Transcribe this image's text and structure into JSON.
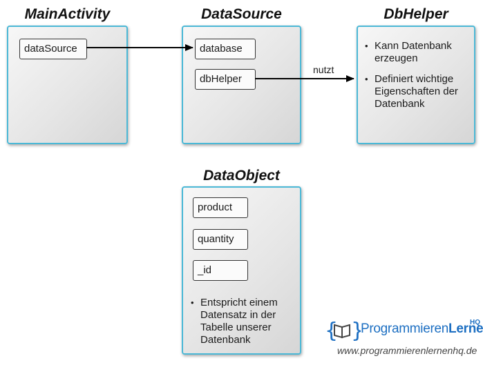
{
  "main_activity": {
    "title": "MainActivity",
    "field": "dataSource"
  },
  "data_source": {
    "title": "DataSource",
    "fields": [
      "database",
      "dbHelper"
    ]
  },
  "db_helper": {
    "title": "DbHelper",
    "bullets": [
      "Kann Datenbank erzeugen",
      "Definiert wichtige Eigenschaften der Datenbank"
    ]
  },
  "data_object": {
    "title": "DataObject",
    "fields": [
      "product",
      "quantity",
      "_id"
    ],
    "bullets": [
      "Entspricht einem Datensatz in der Tabelle unserer Datenbank"
    ]
  },
  "edge_label": "nutzt",
  "logo": {
    "brace_left": "{",
    "brace_right": "}",
    "name_part1": "Programmieren",
    "name_part2": "Lernen",
    "hq": "HQ"
  },
  "url": "www.programmierenlernenhq.de",
  "colors": {
    "box_border": "#4bb8d6",
    "logo": "#1d6fc2"
  }
}
